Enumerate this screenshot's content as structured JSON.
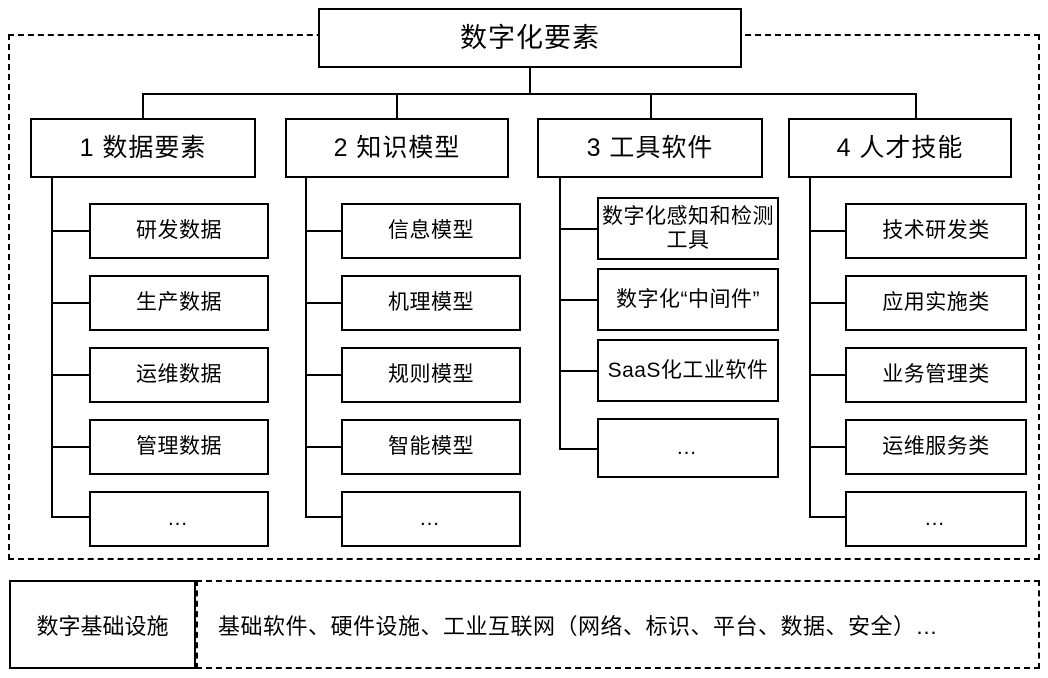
{
  "diagram": {
    "root": {
      "label": "数字化要素"
    },
    "columns": [
      {
        "id": "data-elements",
        "header": "1 数据要素",
        "children": [
          "研发数据",
          "生产数据",
          "运维数据",
          "管理数据",
          "…"
        ]
      },
      {
        "id": "knowledge-models",
        "header": "2 知识模型",
        "children": [
          "信息模型",
          "机理模型",
          "规则模型",
          "智能模型",
          "…"
        ]
      },
      {
        "id": "tool-software",
        "header": "3 工具软件",
        "children": [
          "数字化感知和检测工具",
          "数字化“中间件”",
          "SaaS化工业软件",
          "…"
        ]
      },
      {
        "id": "talent-skills",
        "header": "4 人才技能",
        "children": [
          "技术研发类",
          "应用实施类",
          "业务管理类",
          "运维服务类",
          "…"
        ]
      }
    ],
    "footer": {
      "label": "数字基础设施",
      "content": "基础软件、硬件设施、工业互联网（网络、标识、平台、数据、安全）…"
    }
  },
  "colors": {
    "stroke": "#000000",
    "background": "#ffffff"
  }
}
